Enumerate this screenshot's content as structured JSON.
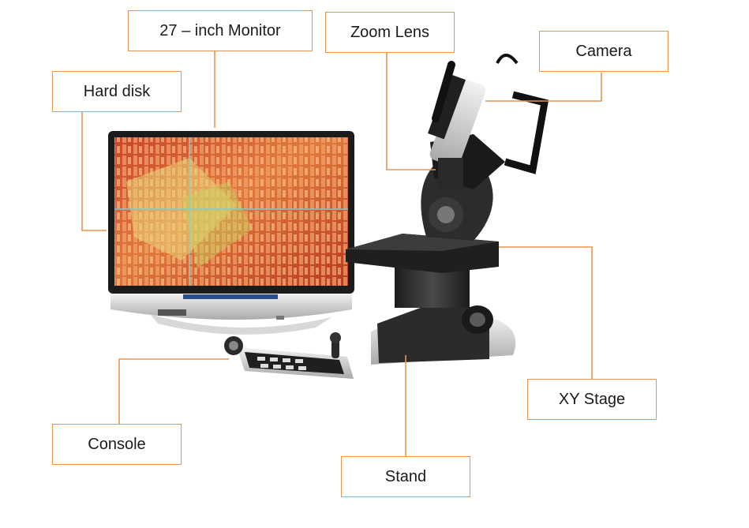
{
  "labels": {
    "monitor": "27 – inch Monitor",
    "zoom_lens": "Zoom Lens",
    "camera": "Camera",
    "hard_disk": "Hard disk",
    "xy_stage": "XY Stage",
    "console": "Console",
    "stand": "Stand"
  },
  "colors": {
    "callout_border": "#e8964e",
    "leader_line": "#e8964e"
  }
}
